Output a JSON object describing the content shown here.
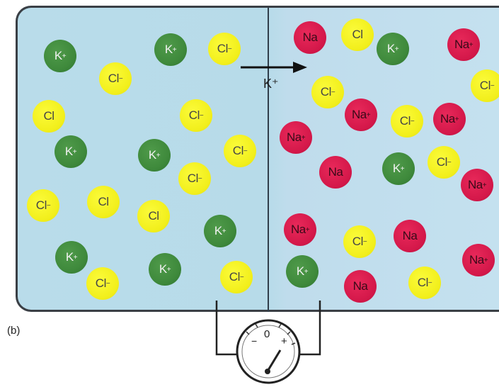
{
  "panel_label": "(b)",
  "membrane_flow_label": "K⁺",
  "meter": {
    "zero_label": "0",
    "minus_label": "−",
    "plus_label": "+"
  },
  "ions": [
    {
      "symbol": "K",
      "charge": "+",
      "kind": "k",
      "side": "left"
    },
    {
      "symbol": "K",
      "charge": "+",
      "kind": "k",
      "side": "left"
    },
    {
      "symbol": "Cl",
      "charge": "−",
      "kind": "cl",
      "side": "left"
    },
    {
      "symbol": "Cl",
      "charge": "−",
      "kind": "cl",
      "side": "left"
    },
    {
      "symbol": "Cl",
      "charge": "",
      "kind": "cl",
      "side": "left"
    },
    {
      "symbol": "Cl",
      "charge": "−",
      "kind": "cl",
      "side": "left"
    },
    {
      "symbol": "K",
      "charge": "+",
      "kind": "k",
      "side": "left"
    },
    {
      "symbol": "K",
      "charge": "+",
      "kind": "k",
      "side": "left"
    },
    {
      "symbol": "Cl",
      "charge": "−",
      "kind": "cl",
      "side": "left"
    },
    {
      "symbol": "Cl",
      "charge": "−",
      "kind": "cl",
      "side": "left"
    },
    {
      "symbol": "Cl",
      "charge": "−",
      "kind": "cl",
      "side": "left"
    },
    {
      "symbol": "Cl",
      "charge": "",
      "kind": "cl",
      "side": "left"
    },
    {
      "symbol": "Cl",
      "charge": "",
      "kind": "cl",
      "side": "left"
    },
    {
      "symbol": "K",
      "charge": "+",
      "kind": "k",
      "side": "left"
    },
    {
      "symbol": "K",
      "charge": "+",
      "kind": "k",
      "side": "left"
    },
    {
      "symbol": "Cl",
      "charge": "−",
      "kind": "cl",
      "side": "left"
    },
    {
      "symbol": "K",
      "charge": "+",
      "kind": "k",
      "side": "left"
    },
    {
      "symbol": "Cl",
      "charge": "−",
      "kind": "cl",
      "side": "left"
    },
    {
      "symbol": "Na",
      "charge": "",
      "kind": "na",
      "side": "right"
    },
    {
      "symbol": "Cl",
      "charge": "",
      "kind": "cl",
      "side": "right"
    },
    {
      "symbol": "K",
      "charge": "+",
      "kind": "k",
      "side": "right"
    },
    {
      "symbol": "Na",
      "charge": "+",
      "kind": "na",
      "side": "right"
    },
    {
      "symbol": "Cl",
      "charge": "−",
      "kind": "cl",
      "side": "right"
    },
    {
      "symbol": "Cl",
      "charge": "−",
      "kind": "cl",
      "side": "right"
    },
    {
      "symbol": "Na",
      "charge": "+",
      "kind": "na",
      "side": "right"
    },
    {
      "symbol": "Cl",
      "charge": "−",
      "kind": "cl",
      "side": "right"
    },
    {
      "symbol": "Na",
      "charge": "+",
      "kind": "na",
      "side": "right"
    },
    {
      "symbol": "Na",
      "charge": "+",
      "kind": "na",
      "side": "right"
    },
    {
      "symbol": "Na",
      "charge": "",
      "kind": "na",
      "side": "right"
    },
    {
      "symbol": "K",
      "charge": "+",
      "kind": "k",
      "side": "right"
    },
    {
      "symbol": "Cl",
      "charge": "−",
      "kind": "cl",
      "side": "right"
    },
    {
      "symbol": "Na",
      "charge": "+",
      "kind": "na",
      "side": "right"
    },
    {
      "symbol": "Na",
      "charge": "+",
      "kind": "na",
      "side": "right"
    },
    {
      "symbol": "Cl",
      "charge": "−",
      "kind": "cl",
      "side": "right"
    },
    {
      "symbol": "Na",
      "charge": "",
      "kind": "na",
      "side": "right"
    },
    {
      "symbol": "Na",
      "charge": "+",
      "kind": "na",
      "side": "right"
    },
    {
      "symbol": "K",
      "charge": "+",
      "kind": "k",
      "side": "right"
    },
    {
      "symbol": "Na",
      "charge": "",
      "kind": "na",
      "side": "right"
    },
    {
      "symbol": "Cl",
      "charge": "−",
      "kind": "cl",
      "side": "right"
    }
  ]
}
